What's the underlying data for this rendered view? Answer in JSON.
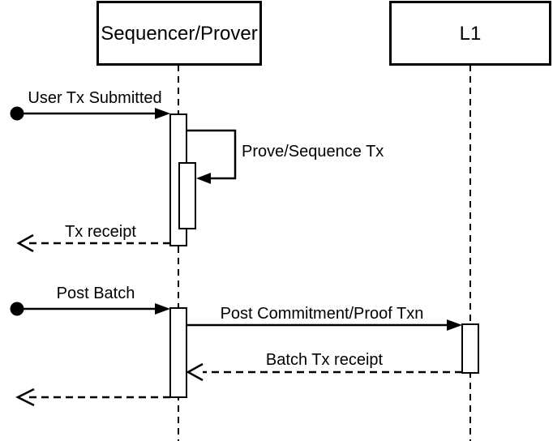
{
  "colors": {
    "line": "#000000",
    "background": "#ffffff"
  },
  "diagram": {
    "type": "uml-sequence-diagram",
    "actors": [
      {
        "label": "Sequencer/Prover"
      },
      {
        "label": "L1"
      }
    ],
    "messages": [
      {
        "label": "User Tx Submitted",
        "from": "external",
        "to": "Sequencer/Prover",
        "line": "solid",
        "endpoint": "filled-circle"
      },
      {
        "label": "Prove/Sequence Tx",
        "from": "Sequencer/Prover",
        "to": "Sequencer/Prover",
        "line": "solid",
        "kind": "self-message"
      },
      {
        "label": "Tx receipt",
        "from": "Sequencer/Prover",
        "to": "external",
        "line": "dashed",
        "kind": "reply"
      },
      {
        "label": "Post Batch",
        "from": "external",
        "to": "Sequencer/Prover",
        "line": "solid",
        "endpoint": "filled-circle"
      },
      {
        "label": "Post Commitment/Proof Txn",
        "from": "Sequencer/Prover",
        "to": "L1",
        "line": "solid"
      },
      {
        "label": "Batch Tx receipt",
        "from": "L1",
        "to": "Sequencer/Prover",
        "line": "dashed",
        "kind": "reply"
      },
      {
        "label": "",
        "from": "Sequencer/Prover",
        "to": "external",
        "line": "dashed",
        "kind": "reply"
      }
    ]
  }
}
